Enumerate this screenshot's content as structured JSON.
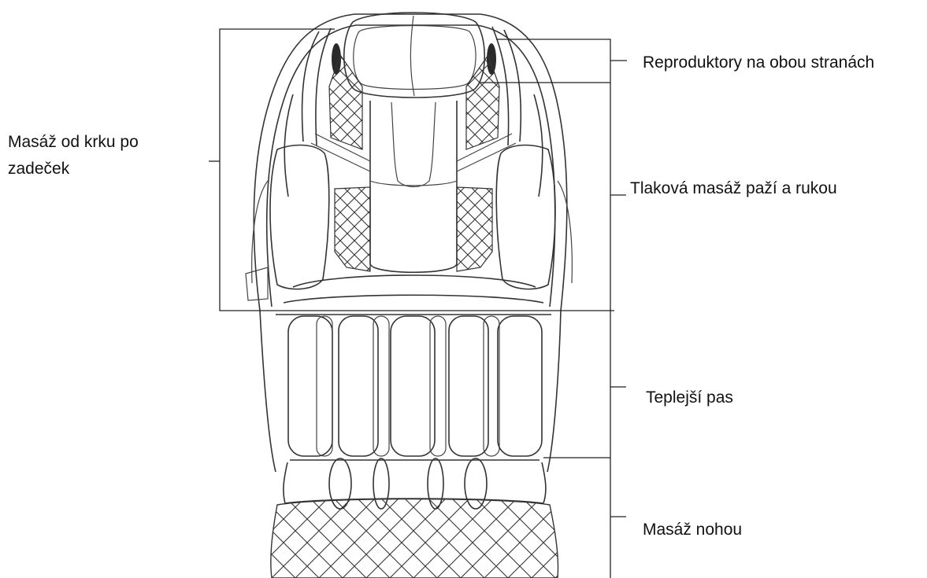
{
  "labels": {
    "neck_to_buttocks_line1": "Masáž od krku po",
    "neck_to_buttocks_line2": "zadeček",
    "speakers": "Reproduktory na obou stranách",
    "arms_hands": "Tlaková masáž paží a rukou",
    "waist_heater": "Teplejší pas",
    "feet": "Masáž nohou"
  },
  "colors": {
    "line": "#333333",
    "text": "#111111",
    "speaker_dark": "#2a2a2a",
    "background": "#ffffff"
  }
}
